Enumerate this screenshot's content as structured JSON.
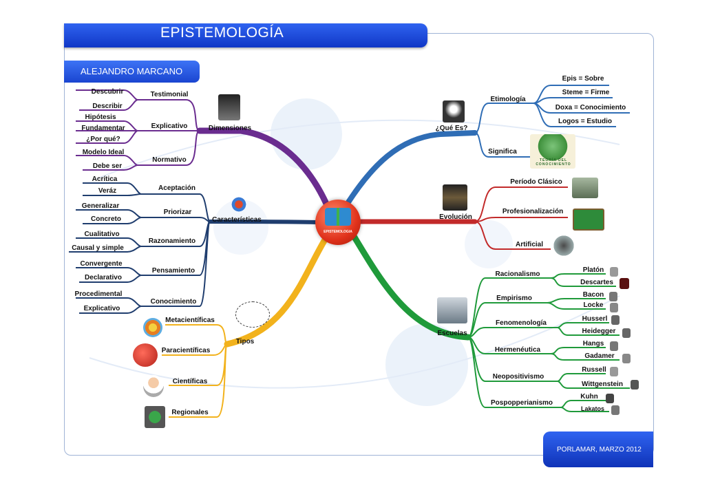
{
  "header": {
    "title": "EPISTEMOLOGÍA",
    "author": "ALEJANDRO MARCANO",
    "footer": "PORLAMAR, MARZO 2012"
  },
  "center": {
    "label": "EPISTEMOLOGIA"
  },
  "branches": {
    "dimensiones": {
      "label": "Dimensiones",
      "color": "#6a2c8f",
      "sub": [
        "Testimonial",
        "Explicativo",
        "Normativo"
      ],
      "leaves": [
        "Descubrir",
        "Describir",
        "Hipótesis",
        "Fundamentar",
        "¿Por qué?",
        "Modelo Ideal",
        "Debe ser"
      ]
    },
    "caracteristicas": {
      "label": "Características",
      "color": "#1f3d6e",
      "sub": [
        "Aceptación",
        "Priorizar",
        "Razonamiento",
        "Pensamiento",
        "Conocimiento"
      ],
      "leaves": [
        "Acrítica",
        "Veráz",
        "Generalizar",
        "Concreto",
        "Cualitativo",
        "Causal y simple",
        "Convergente",
        "Declarativo",
        "Procedimental",
        "Explicativo"
      ]
    },
    "tipos": {
      "label": "Tipos",
      "color": "#f2b21c",
      "sub": [
        "Metacientíficas",
        "Paracientíficas",
        "Científicas",
        "Regionales"
      ]
    },
    "que_es": {
      "label": "¿Qué Es?",
      "color": "#2f6db5",
      "sub": [
        "Etimología",
        "Significa"
      ],
      "leaves": [
        "Epis = Sobre",
        "Steme = Firme",
        "Doxa = Conocimiento",
        "Logos = Estudio"
      ]
    },
    "evolucion": {
      "label": "Evolución",
      "color": "#c22a2a",
      "sub": [
        "Período Clásico",
        "Profesionalización",
        "Artificial"
      ]
    },
    "escuelas": {
      "label": "Escuelas",
      "color": "#1f9a3a",
      "sub": [
        "Racionalismo",
        "Empirismo",
        "Fenomenología",
        "Hermenéutica",
        "Neopositivismo",
        "Pospopperianismo"
      ],
      "leaves": [
        "Platón",
        "Descartes",
        "Bacon",
        "Locke",
        "Husserl",
        "Heidegger",
        "Hangs",
        "Gadamer",
        "Russell",
        "Wittgenstein",
        "Kuhn",
        "Lakatos"
      ]
    }
  },
  "icons": {
    "dimensiones": "brain-icon",
    "caracteristicas": "figure-icon",
    "tipos": "doodle-icon",
    "metacientificas": "flower-icon",
    "paracientificas": "fruit-icon",
    "cientificas": "scientist-icon",
    "regionales": "globe-icon",
    "que_es": "candle-icon",
    "significa": "knowledge-tree-icon",
    "evolucion": "hourglass-icon",
    "periodo_clasico": "ruins-icon",
    "profesionalizacion": "board-icon",
    "artificial": "robot-icon",
    "escuelas": "classroom-icon",
    "teoria_image_text": "TEORÍA DEL CONOCIMIENTO"
  }
}
